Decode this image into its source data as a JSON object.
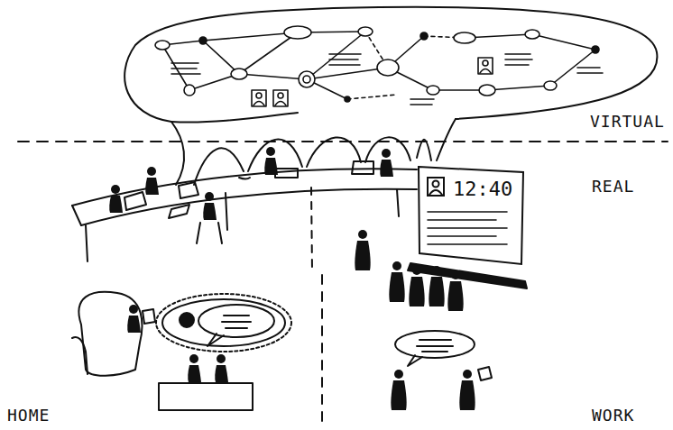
{
  "diagram": {
    "nodes": [
      {
        "text": [
          "12:40"
        ]
      }
    ],
    "labels": [
      "VIRTUAL",
      "REAL",
      "HOME",
      "WORK"
    ]
  }
}
